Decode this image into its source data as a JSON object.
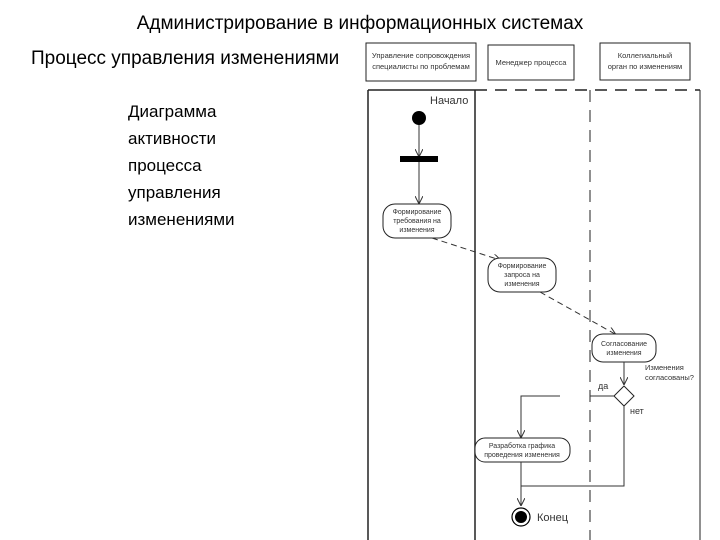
{
  "slide": {
    "title": "Администрирование в информационных системах",
    "subtitle": "Процесс управления изменениями",
    "body_lines": [
      "Диаграмма",
      "активности",
      "процесса",
      "управления",
      "изменениями"
    ]
  },
  "diagram": {
    "lanes": [
      [
        "Управление сопровождения",
        "специалисты по проблемам"
      ],
      [
        "Менеджер процесса"
      ],
      [
        "Коллегиальный",
        "орган по изменениям"
      ]
    ],
    "start_label": "Начало",
    "end_label": "Конец",
    "activities": {
      "a1": [
        "Формирование",
        "требования на",
        "изменения"
      ],
      "a2": [
        "Формирование",
        "запроса на",
        "изменения"
      ],
      "a3": [
        "Согласование",
        "изменения"
      ],
      "a4": [
        "Разработка графика",
        "проведения изменения"
      ]
    },
    "decision": {
      "question": [
        "Изменения",
        "согласованы?"
      ],
      "yes": "да",
      "no": "нет"
    }
  }
}
